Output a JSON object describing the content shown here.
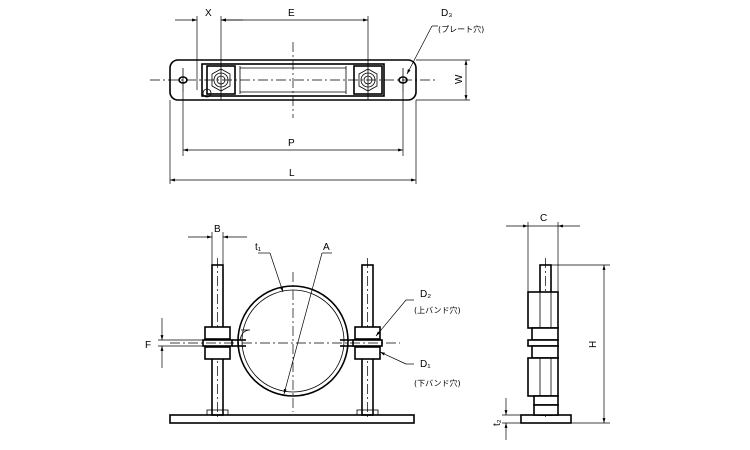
{
  "labels": {
    "x": "X",
    "e": "E",
    "d3": "D₃",
    "d3_note": "(プレート穴)",
    "w": "W",
    "p": "P",
    "l": "L",
    "b": "B",
    "t1": "t₁",
    "a": "A",
    "d2": "D₂",
    "d2_note": "(上バンド穴)",
    "f": "F",
    "d1": "D₁",
    "d1_note": "(下バンド穴)",
    "c": "C",
    "h": "H",
    "t2": "t₂"
  }
}
